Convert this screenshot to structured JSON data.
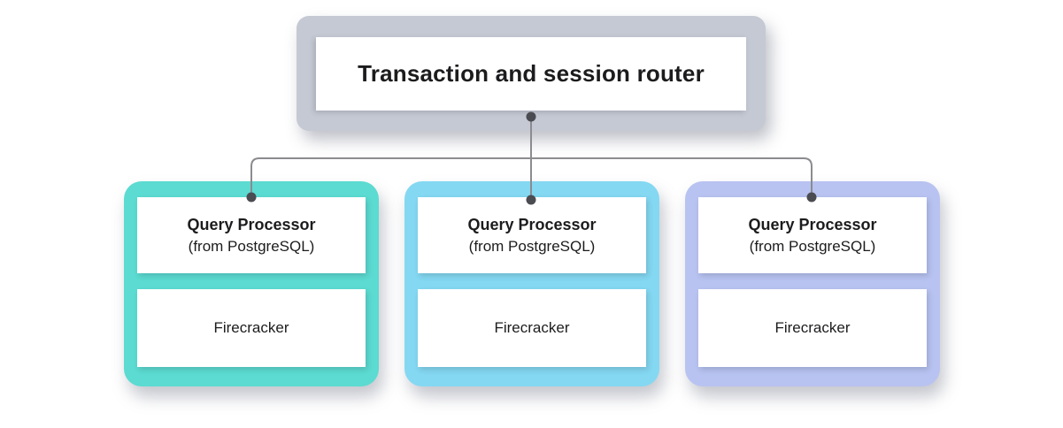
{
  "diagram": {
    "router": {
      "label": "Transaction and session router"
    },
    "nodes": [
      {
        "title": "Query Processor",
        "subtitle": "(from PostgreSQL)",
        "runtime": "Firecracker",
        "accent": "#5bdbd1"
      },
      {
        "title": "Query Processor",
        "subtitle": "(from PostgreSQL)",
        "runtime": "Firecracker",
        "accent": "#84d8f2"
      },
      {
        "title": "Query Processor",
        "subtitle": "(from PostgreSQL)",
        "runtime": "Firecracker",
        "accent": "#b8c3f1"
      }
    ],
    "colors": {
      "router_bg": "#c5c9d3",
      "connector_line": "#8b8b90",
      "connector_dot": "#4b4b52",
      "text": "#1c1c1e"
    }
  }
}
